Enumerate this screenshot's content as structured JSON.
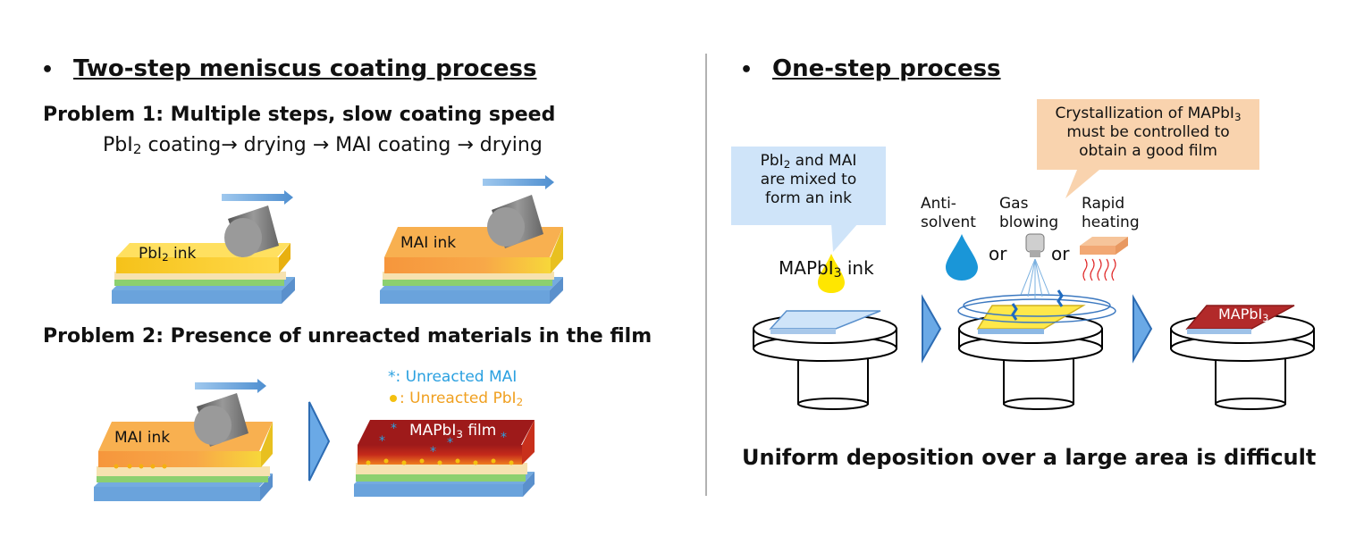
{
  "left": {
    "bullet": "•",
    "heading": "Two-step meniscus coating process",
    "problem1": "Problem 1: Multiple steps, slow coating speed",
    "steps": {
      "pbi2_prefix": "PbI",
      "pbi2_sub": "2",
      "pbi2_rest": " coating",
      "arrow": "→",
      "drying1": " drying ",
      "arrow2": "→",
      "mai": " MAI coating ",
      "arrow3": "→",
      "drying2": " drying"
    },
    "sub1_label_prefix": "PbI",
    "sub1_label_sub": "2",
    "sub1_label_rest": " ink",
    "sub2_label": "MAI ink",
    "problem2": "Problem 2: Presence of unreacted materials in the film",
    "sub3_label": "MAI ink",
    "film_label_prefix": "MAPbI",
    "film_label_sub": "3",
    "film_label_rest": " film",
    "legend_mai_symbol": "*",
    "legend_mai": ": Unreacted MAI",
    "legend_pbi2_prefix": ": Unreacted PbI",
    "legend_pbi2_sub": "2"
  },
  "right": {
    "bullet": "•",
    "heading": "One-step process",
    "callout_ink": {
      "line1_prefix": "PbI",
      "line1_sub": "2",
      "line1_rest": " and MAI",
      "line2": "are mixed to",
      "line3": "form an ink"
    },
    "callout_cryst": {
      "line1_prefix": "Crystallization of MAPbI",
      "line1_sub": "3",
      "line2": "must be controlled to",
      "line3": "obtain a good film"
    },
    "ink_label_prefix": "MAPbI",
    "ink_label_sub": "3",
    "ink_label_rest": " ink",
    "anti_solvent": [
      "Anti-",
      "solvent"
    ],
    "gas_blowing": [
      "Gas",
      "blowing"
    ],
    "rapid_heating": [
      "Rapid",
      "heating"
    ],
    "or1": "or",
    "or2": "or",
    "final_label_prefix": "MAPbI",
    "final_label_sub": "3",
    "conclusion": "Uniform deposition over a large area is difficult"
  },
  "colors": {
    "pbi2_ink": "#f7c51a",
    "mai_ink": "#f7a04a",
    "film_red": "#b62020",
    "layer_cream": "#f6e2b0",
    "layer_green": "#8cd070",
    "layer_blue": "#74abe0",
    "callout_blue": "#cfe4f9",
    "callout_orange": "#f9d3ae",
    "arrow_blue": "#6aa9e6",
    "legend_mai": "#2aa0e0",
    "legend_pbi2": "#f0a020"
  }
}
